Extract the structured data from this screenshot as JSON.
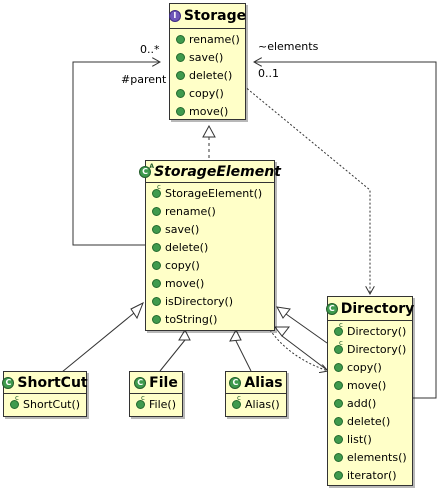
{
  "diagram": {
    "classes": {
      "storage": {
        "kind": "interface",
        "name": "Storage",
        "methods": [
          "rename()",
          "save()",
          "delete()",
          "copy()",
          "move()"
        ]
      },
      "storage_element": {
        "kind": "abstract class",
        "name": "StorageElement",
        "methods": [
          "StorageElement()",
          "rename()",
          "save()",
          "delete()",
          "copy()",
          "move()",
          "isDirectory()",
          "toString()"
        ]
      },
      "shortcut": {
        "kind": "class",
        "name": "ShortCut",
        "methods": [
          "ShortCut()"
        ]
      },
      "file": {
        "kind": "class",
        "name": "File",
        "methods": [
          "File()"
        ]
      },
      "alias": {
        "kind": "class",
        "name": "Alias",
        "methods": [
          "Alias()"
        ]
      },
      "directory": {
        "kind": "class",
        "name": "Directory",
        "methods": [
          "Directory()",
          "Directory()",
          "copy()",
          "move()",
          "add()",
          "delete()",
          "list()",
          "elements()",
          "iterator()"
        ]
      }
    },
    "labels": {
      "parent_multiplicity": "0..*",
      "parent_role": "#parent",
      "elements_role": "~elements",
      "elements_multiplicity": "0..1"
    },
    "relationships": [
      {
        "from": "StorageElement",
        "to": "Storage",
        "type": "realization"
      },
      {
        "from": "ShortCut",
        "to": "StorageElement",
        "type": "generalization"
      },
      {
        "from": "File",
        "to": "StorageElement",
        "type": "generalization"
      },
      {
        "from": "Alias",
        "to": "StorageElement",
        "type": "generalization"
      },
      {
        "from": "Directory",
        "to": "StorageElement",
        "type": "generalization"
      },
      {
        "from": "StorageElement",
        "to": "Storage",
        "type": "association",
        "role": "#parent",
        "multiplicity": "0..*"
      },
      {
        "from": "Directory",
        "to": "Storage",
        "type": "association",
        "role": "~elements",
        "multiplicity": "0..1"
      },
      {
        "from": "Storage",
        "to": "Directory",
        "type": "dependency"
      },
      {
        "from": "StorageElement",
        "to": "Directory",
        "type": "dependency"
      }
    ],
    "colors": {
      "box_fill": "#ffffc8",
      "box_border": "#333333",
      "interface_icon": "#6e57b8",
      "class_icon": "#3f9a4d"
    }
  }
}
